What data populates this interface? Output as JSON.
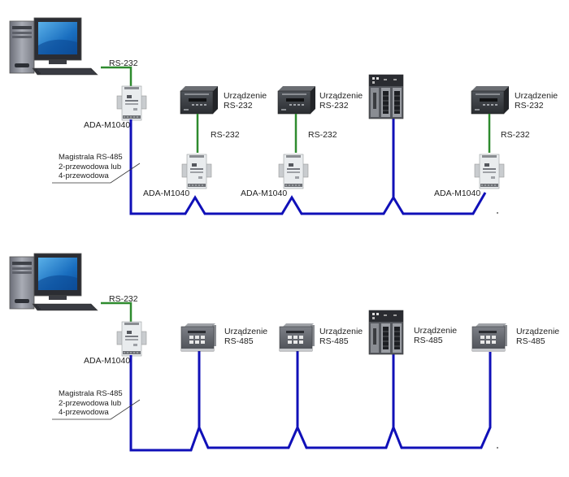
{
  "colors": {
    "rs232_link": "#2e8b2e",
    "rs485_bus": "#1010b8",
    "background": "#ffffff",
    "label_text": "#222222"
  },
  "diagrams": [
    {
      "name": "top",
      "pc": {
        "label": ""
      },
      "pc_link_label": "RS-232",
      "master_converter_label": "ADA-M1040",
      "bus_label": [
        "Magistrala RS-485",
        "2-przewodowa lub",
        "4-przewodowa"
      ],
      "nodes": [
        {
          "type": "rs232-device",
          "device_label": [
            "Urządzenie",
            "RS-232"
          ],
          "link_label": "RS-232",
          "converter_label": "ADA-M1040"
        },
        {
          "type": "rs232-device",
          "device_label": [
            "Urządzenie",
            "RS-232"
          ],
          "link_label": "RS-232",
          "converter_label": "ADA-M1040"
        },
        {
          "type": "plc",
          "device_label": []
        },
        {
          "type": "rs232-device",
          "device_label": [
            "Urządzenie",
            "RS-232"
          ],
          "link_label": "RS-232",
          "converter_label": "ADA-M1040"
        }
      ]
    },
    {
      "name": "bottom",
      "pc": {
        "label": ""
      },
      "pc_link_label": "RS-232",
      "master_converter_label": "ADA-M1040",
      "bus_label": [
        "Magistrala RS-485",
        "2-przewodowa lub",
        "4-przewodowa"
      ],
      "nodes": [
        {
          "type": "rs485-device",
          "device_label": [
            "Urządzenie",
            "RS-485"
          ]
        },
        {
          "type": "rs485-device",
          "device_label": [
            "Urządzenie",
            "RS-485"
          ]
        },
        {
          "type": "plc",
          "device_label": [
            "Urządzenie",
            "RS-485"
          ]
        },
        {
          "type": "rs485-device",
          "device_label": [
            "Urządzenie",
            "RS-485"
          ]
        }
      ]
    }
  ]
}
